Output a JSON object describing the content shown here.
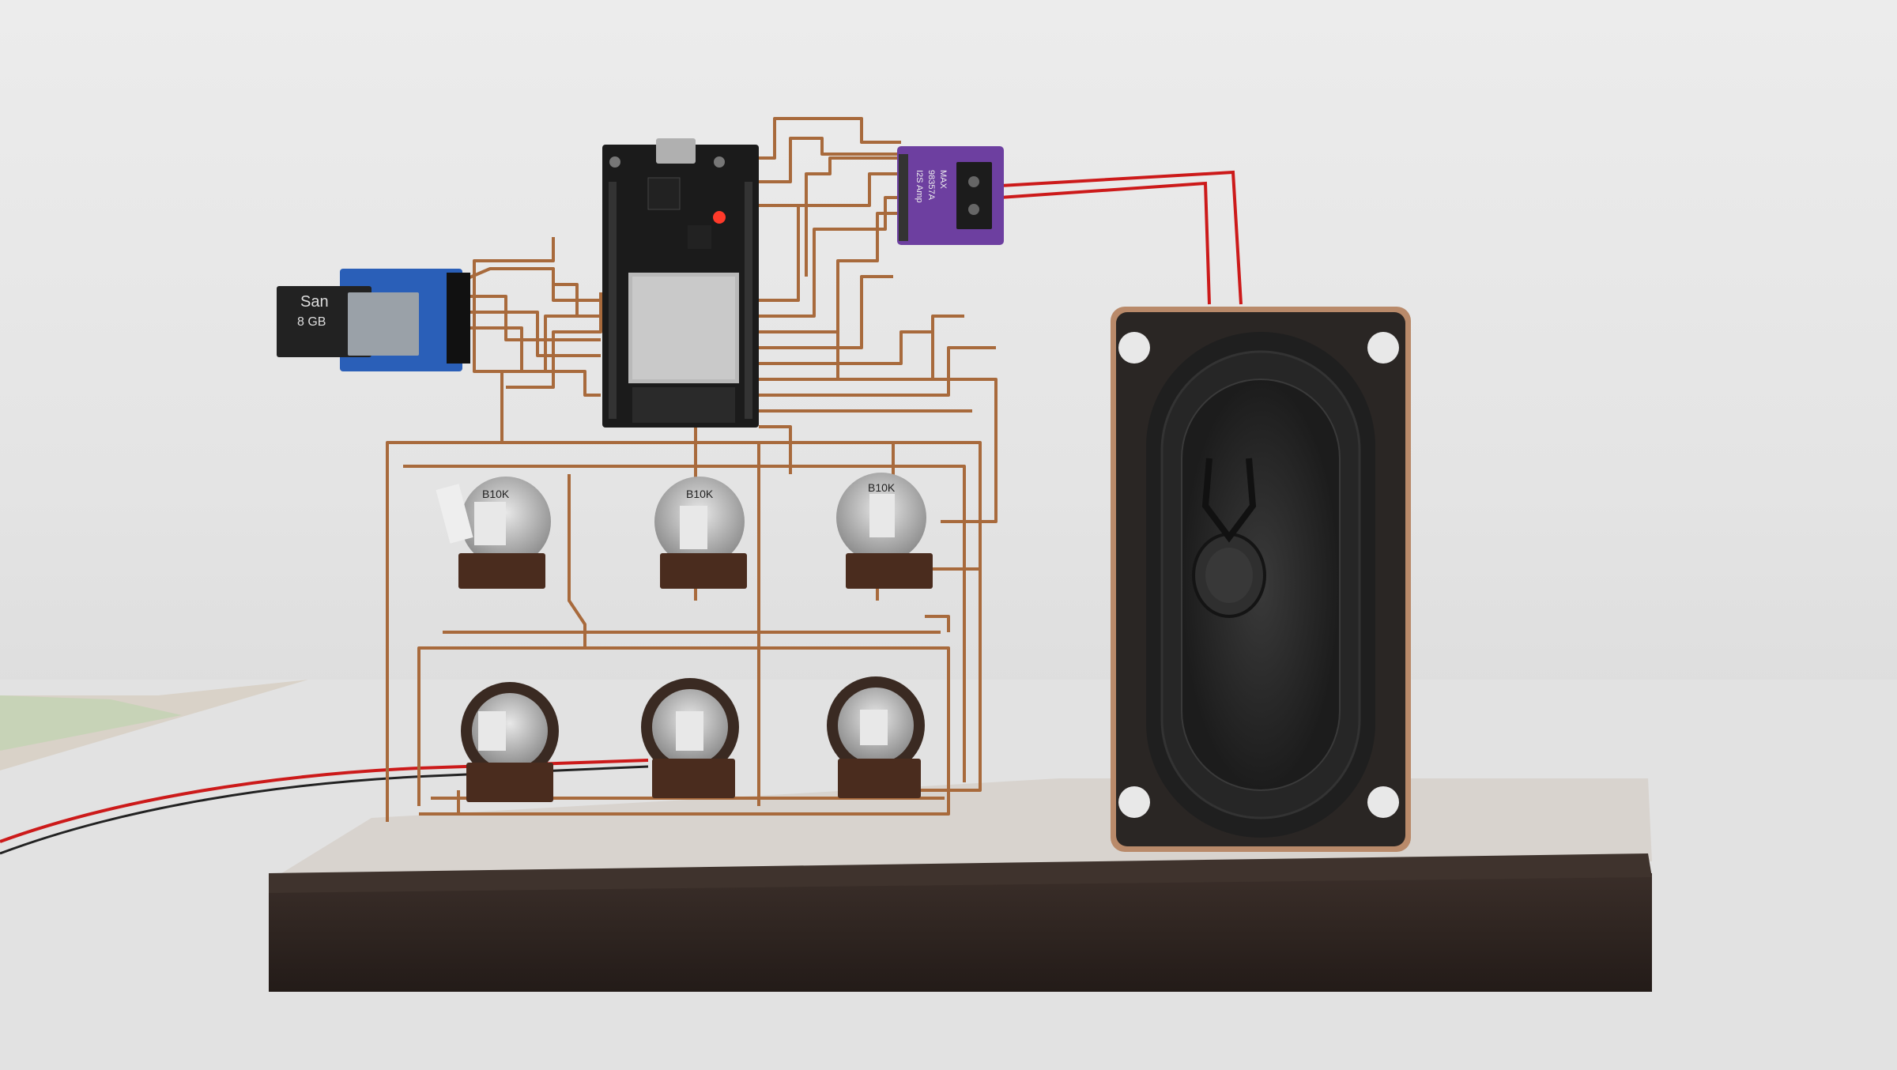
{
  "sd_card": {
    "brand_text": "San",
    "capacity_text": "8 GB"
  },
  "pot_labels": [
    "B10K",
    "B10K",
    "B10K"
  ],
  "amp_board": {
    "line1": "MAX",
    "line2": "98357A",
    "line3": "I2S Amp"
  },
  "colors": {
    "wall": "#e6e6e6",
    "copper": "#a86a3c",
    "board_black": "#1b1b1b",
    "amp_purple": "#6d3fa0",
    "sd_blue": "#2a5fb8",
    "wood": "#2e2420",
    "base_top": "#d9d4cf",
    "speaker_black": "#202020",
    "red_wire": "#d01818",
    "led": "#ff3a2a"
  },
  "icons": [
    "copper-wire-frame",
    "esp32-module",
    "sd-card-module",
    "i2s-amplifier-board",
    "potentiometer",
    "speaker"
  ]
}
